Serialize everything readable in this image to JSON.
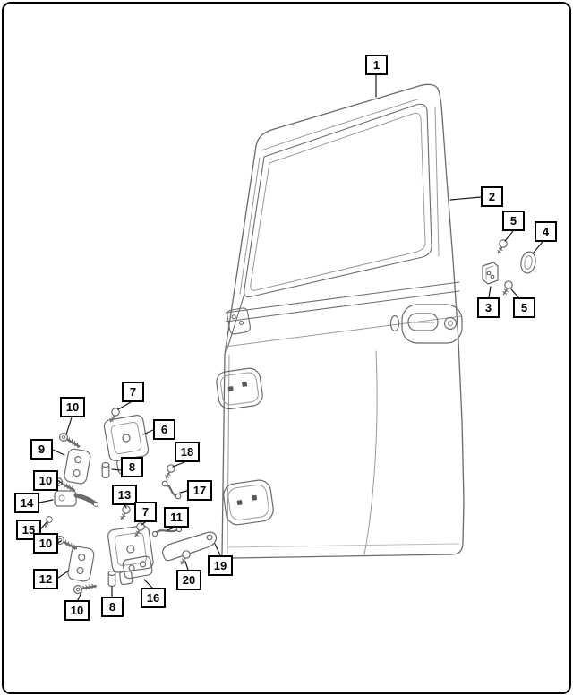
{
  "colors": {
    "background": "#ffffff",
    "frame_border": "#000000",
    "callout_border": "#000000",
    "callout_text": "#000000",
    "art_line_primary": "#6b6b6b",
    "art_line_secondary": "#9a9a9a",
    "leader_line": "#1a1a1a"
  },
  "callouts": [
    {
      "id": "1",
      "label": "1"
    },
    {
      "id": "2",
      "label": "2"
    },
    {
      "id": "5a",
      "label": "5"
    },
    {
      "id": "4",
      "label": "4"
    },
    {
      "id": "3",
      "label": "3"
    },
    {
      "id": "5b",
      "label": "5"
    },
    {
      "id": "7a",
      "label": "7"
    },
    {
      "id": "10a",
      "label": "10"
    },
    {
      "id": "6",
      "label": "6"
    },
    {
      "id": "18",
      "label": "18"
    },
    {
      "id": "9",
      "label": "9"
    },
    {
      "id": "8a",
      "label": "8"
    },
    {
      "id": "10b",
      "label": "10"
    },
    {
      "id": "14",
      "label": "14"
    },
    {
      "id": "13",
      "label": "13"
    },
    {
      "id": "17",
      "label": "17"
    },
    {
      "id": "7b",
      "label": "7"
    },
    {
      "id": "15",
      "label": "15"
    },
    {
      "id": "11",
      "label": "11"
    },
    {
      "id": "10c",
      "label": "10"
    },
    {
      "id": "12",
      "label": "12"
    },
    {
      "id": "19",
      "label": "19"
    },
    {
      "id": "16",
      "label": "16"
    },
    {
      "id": "20",
      "label": "20"
    },
    {
      "id": "10d",
      "label": "10"
    },
    {
      "id": "8b",
      "label": "8"
    }
  ]
}
